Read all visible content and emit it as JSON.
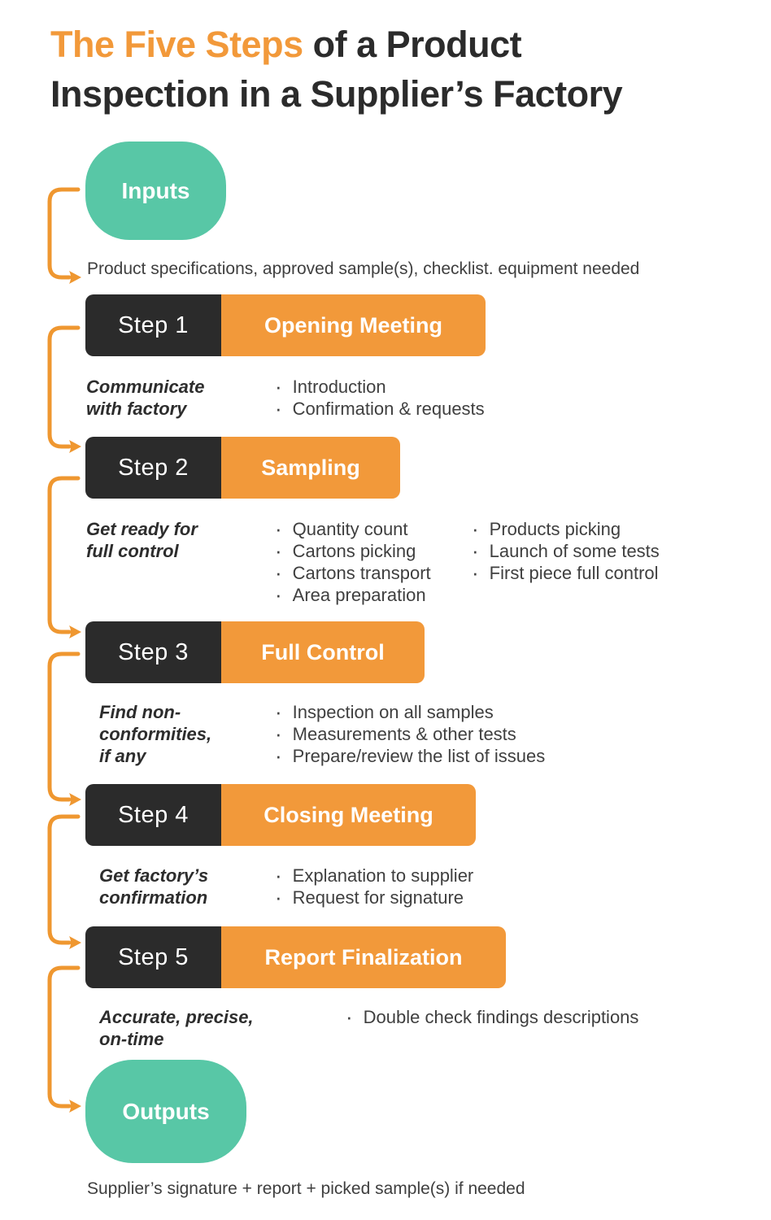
{
  "title": {
    "highlight": "The Five Steps",
    "line1_rest": " of a Product",
    "line2": "Inspection in a Supplier’s Factory"
  },
  "colors": {
    "accent": "#F2993A",
    "arrow": "#EF9730",
    "dark_box": "#2B2B2B",
    "teal": "#58C7A6",
    "title_dark": "#2B2B2B",
    "body_text": "#3F3F3F"
  },
  "input_node": {
    "label": "Inputs",
    "description": "Product specifications, approved sample(s), checklist. equipment needed"
  },
  "steps": [
    {
      "step_label": "Step 1",
      "title": "Opening Meeting",
      "goal": "Communicate\nwith factory",
      "bullets": [
        "Introduction",
        "Confirmation & requests"
      ]
    },
    {
      "step_label": "Step 2",
      "title": "Sampling",
      "goal": "Get ready for\nfull control",
      "bullets": [
        "Quantity count",
        "Cartons picking",
        "Cartons transport",
        "Area preparation"
      ],
      "bullets2": [
        "Products picking",
        "Launch of some tests",
        "First piece full control"
      ]
    },
    {
      "step_label": "Step 3",
      "title": "Full Control",
      "goal": "Find non-\nconformities,\nif any",
      "bullets": [
        "Inspection on all samples",
        "Measurements & other tests",
        "Prepare/review the list of issues"
      ]
    },
    {
      "step_label": "Step 4",
      "title": "Closing Meeting",
      "goal": "Get factory’s\nconfirmation",
      "bullets": [
        "Explanation to supplier",
        "Request for signature"
      ]
    },
    {
      "step_label": "Step 5",
      "title": "Report Finalization",
      "goal": "Accurate, precise,\non-time",
      "bullets": [
        "Double check findings descriptions"
      ]
    }
  ],
  "output_node": {
    "label": "Outputs",
    "description": "Supplier’s signature + report + picked sample(s) if needed"
  },
  "bullet_glyph": "·"
}
